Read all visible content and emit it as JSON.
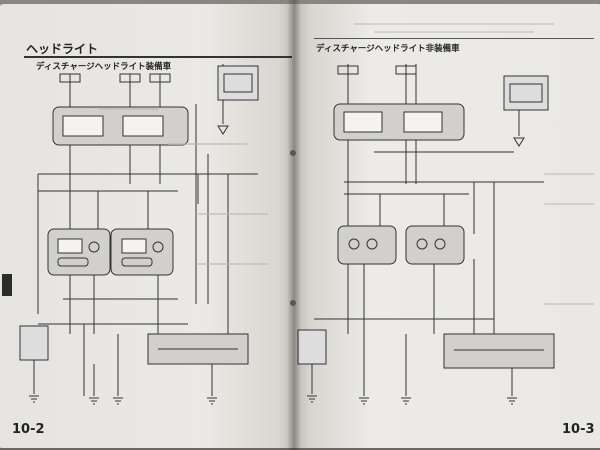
{
  "book": {
    "left_page": {
      "section_title": "ヘッドライト",
      "diagram_title": "ディスチャージヘッドライト装備車",
      "page_number": "10-2"
    },
    "right_page": {
      "diagram_title": "ディスチャージヘッドライト非装備車",
      "page_number": "10-3"
    }
  }
}
